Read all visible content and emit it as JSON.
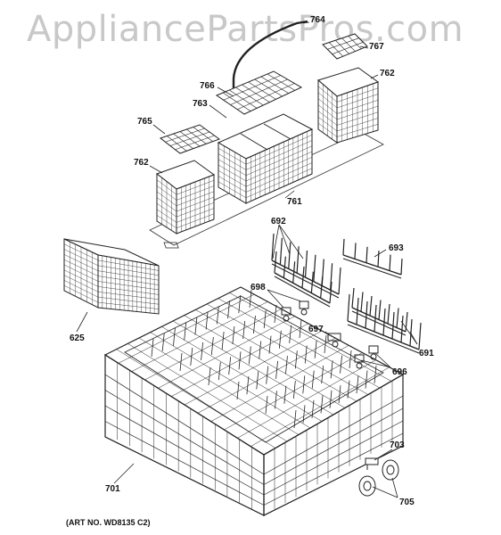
{
  "watermark": "AppliancePartsPros.com",
  "art_number": "(ART NO. WD8135 C2)",
  "callouts": {
    "c764": "764",
    "c767": "767",
    "c766": "766",
    "c762a": "762",
    "c763": "763",
    "c765": "765",
    "c762b": "762",
    "c761": "761",
    "c692": "692",
    "c693": "693",
    "c698": "698",
    "c697": "697",
    "c691": "691",
    "c696": "696",
    "c625": "625",
    "c703": "703",
    "c701": "701",
    "c705": "705"
  }
}
